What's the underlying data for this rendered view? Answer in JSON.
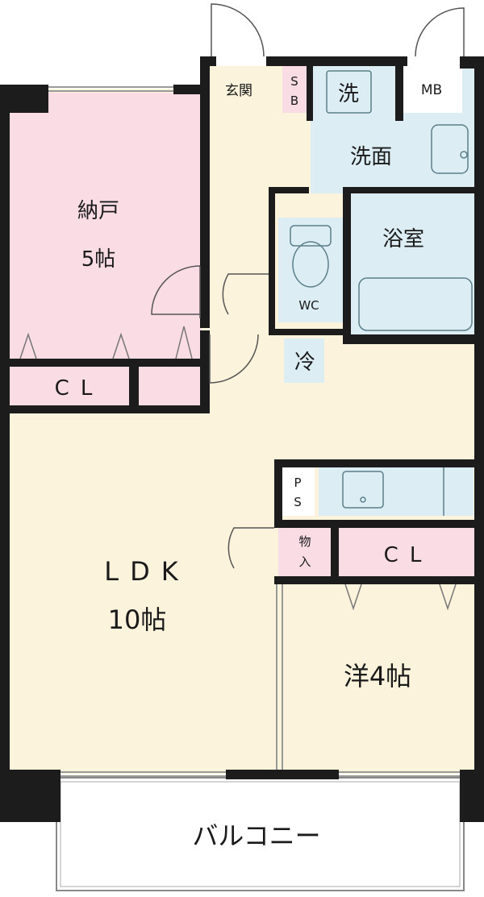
{
  "colors": {
    "wall": "#1c1c1c",
    "floor_ldk": "#fbf3dc",
    "storage_pink": "#f9dce4",
    "wet_blue": "#dcedf4",
    "balcony": "#ffffff",
    "fixture_line": "#5b7f8a",
    "door_line": "#555555"
  },
  "rooms": {
    "genkan": "玄関",
    "shoe_box_1": "S",
    "shoe_box_2": "B",
    "washer": "洗",
    "meter_box": "MB",
    "washroom": "洗面",
    "bathroom": "浴室",
    "toilet": "WC",
    "fridge": "冷",
    "nando": "納戸",
    "nando_size": "5帖",
    "closet_nando": "CL",
    "pipe_space_1": "P",
    "pipe_space_2": "S",
    "storage_1": "物",
    "storage_2": "入",
    "closet_western": "CL",
    "ldk": "LDK",
    "ldk_size": "10帖",
    "western": "洋4帖",
    "balcony": "バルコニー"
  }
}
